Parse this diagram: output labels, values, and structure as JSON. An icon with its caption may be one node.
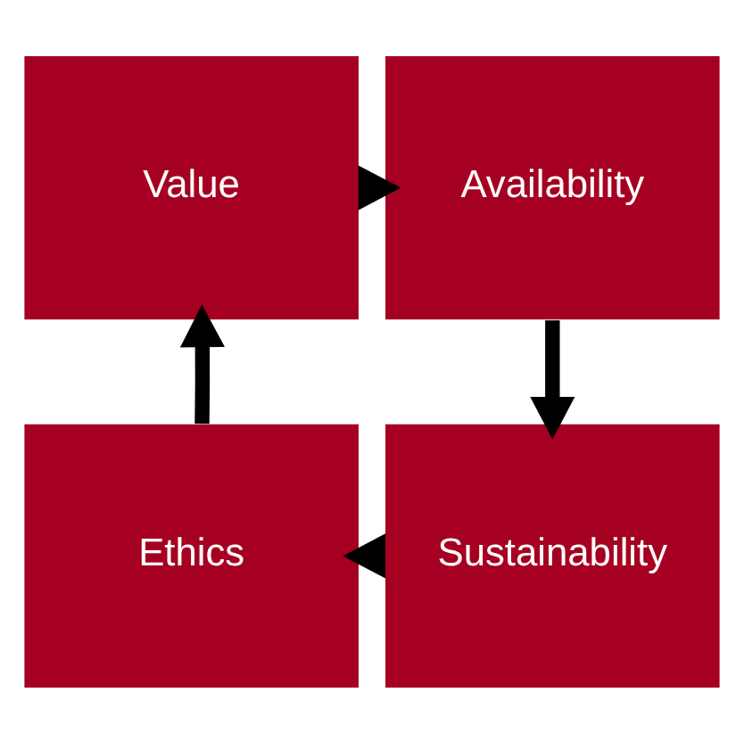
{
  "diagram": {
    "nodes": [
      {
        "text": [
          "Value"
        ]
      },
      {
        "text": [
          "Availability"
        ]
      },
      {
        "text": [
          "Sustainability"
        ]
      },
      {
        "text": [
          "Ethics"
        ]
      }
    ],
    "edges": [
      {
        "from": 0,
        "to": 1,
        "arrow": "to"
      },
      {
        "from": 1,
        "to": 2,
        "arrow": "to"
      },
      {
        "from": 2,
        "to": 3,
        "arrow": "to"
      },
      {
        "from": 3,
        "to": 0,
        "arrow": "to"
      }
    ]
  }
}
